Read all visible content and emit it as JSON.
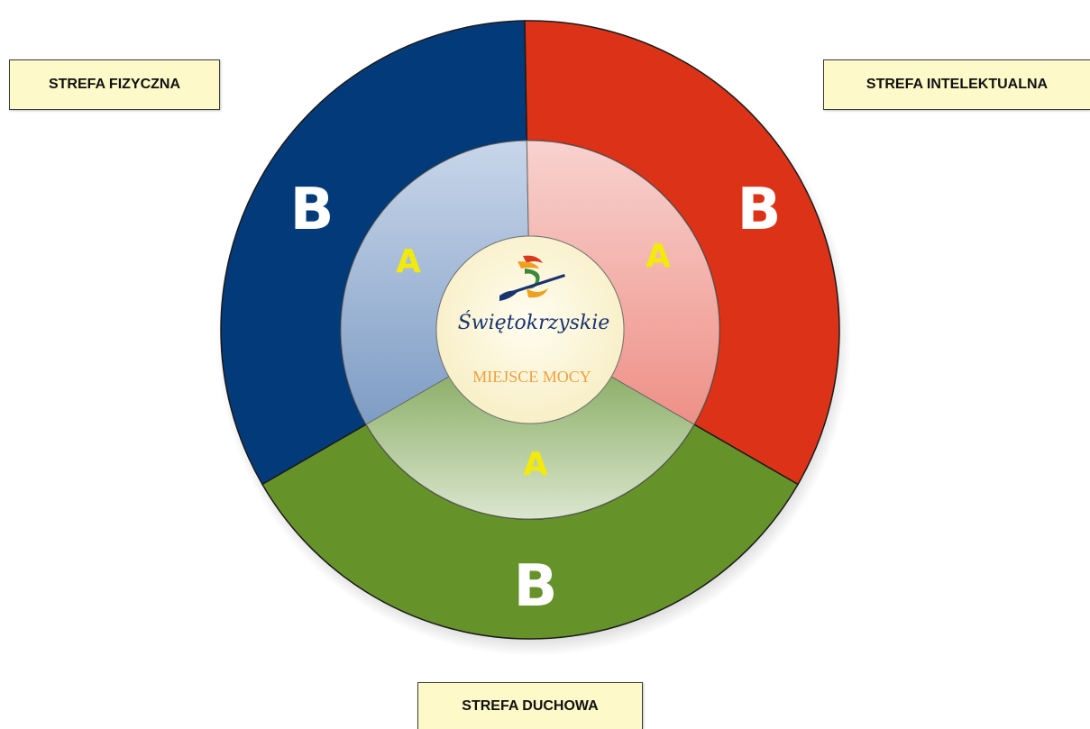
{
  "zones": {
    "physical": {
      "label": "STREFA FIZYCZNA",
      "color": "#033b7a"
    },
    "intellectual": {
      "label": "STREFA INTELEKTUALNA",
      "color": "#dc3318"
    },
    "spiritual": {
      "label": "STREFA DUCHOWA",
      "color": "#66922a"
    }
  },
  "outer_ring_letter": "B",
  "inner_ring_letter": "A",
  "center": {
    "brand": "Świętokrzyskie",
    "tagline": "MIEJSCE MOCY",
    "logo_icon": "swietokrzyskie-witch-logo-icon"
  },
  "colors": {
    "outer_letter": "#ffffff",
    "inner_letter": "#f2ea0a",
    "center_fill": "#fdf6d6",
    "tagline": "#f0a040",
    "brand": "#1b3470"
  }
}
